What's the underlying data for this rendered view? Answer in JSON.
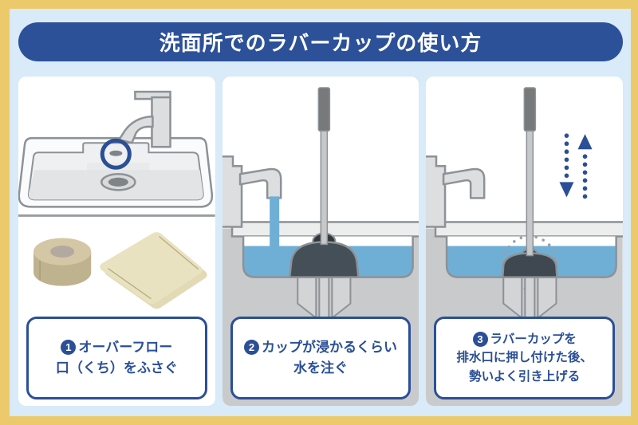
{
  "header": {
    "title": "洗面所でのラバーカップの使い方"
  },
  "steps": [
    {
      "number": "1",
      "lines": [
        "オーバーフロー",
        "口（くち）をふさぐ"
      ],
      "illustration": "washbasin-with-overflow-hole-circled-plus-tape-roll-and-towel"
    },
    {
      "number": "2",
      "lines": [
        "カップが浸かるくらい",
        "水を注ぐ"
      ],
      "illustration": "plunger-in-basin-faucet-pouring-water"
    },
    {
      "number": "3",
      "lines": [
        "ラバーカップを",
        "排水口に押し付けた後、",
        "勢いよく引き上げる"
      ],
      "illustration": "plunger-pressed-on-drain-with-up-down-arrows"
    }
  ],
  "colors": {
    "frame_yellow": "#ecca6b",
    "sky_blue_background": "#d9eaf8",
    "accent_blue": "#2b4f96",
    "water_blue": "#6fafd6",
    "outline_gray": "#8d9296"
  }
}
